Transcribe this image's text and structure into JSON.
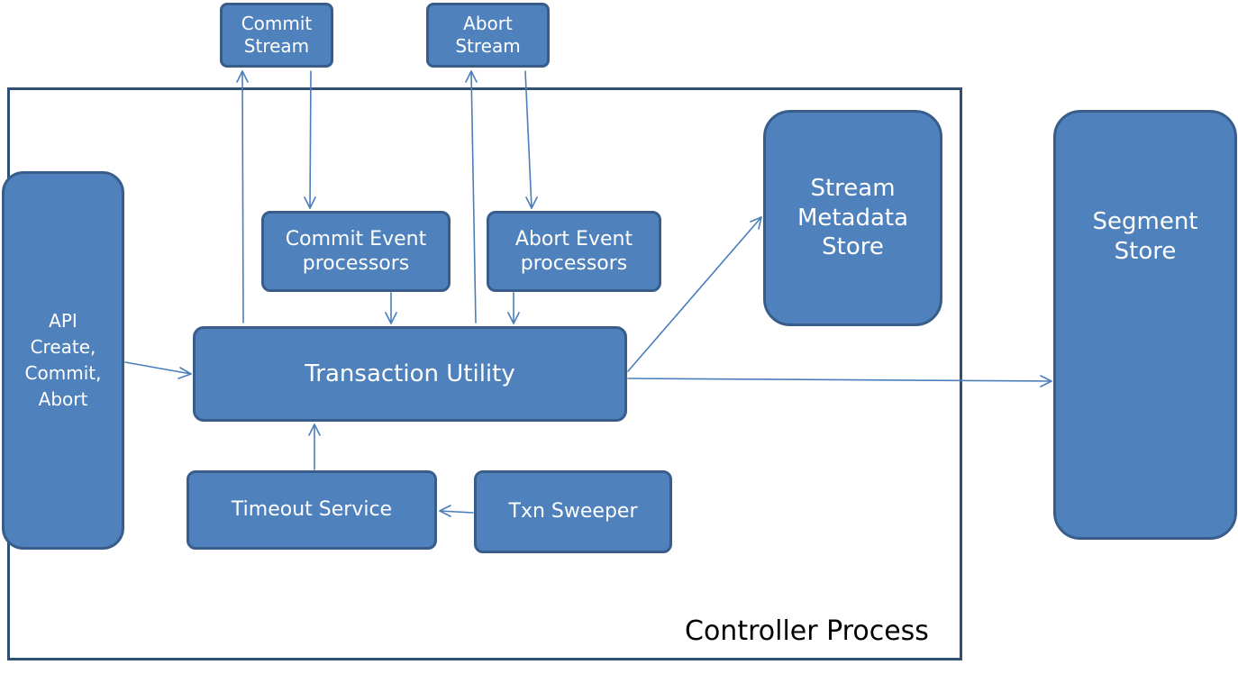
{
  "frame": {
    "label": "Controller Process"
  },
  "boxes": {
    "commit_stream": "Commit\nStream",
    "abort_stream": "Abort\nStream",
    "api": "API\nCreate,\nCommit,\nAbort",
    "commit_processors": "Commit Event\nprocessors",
    "abort_processors": "Abort Event\nprocessors",
    "transaction_utility": "Transaction Utility",
    "timeout_service": "Timeout Service",
    "txn_sweeper": "Txn Sweeper",
    "stream_metadata_store": "Stream\nMetadata\nStore",
    "segment_store": "Segment\nStore"
  },
  "colors": {
    "box_fill": "#4f81bd",
    "box_border": "#385d8a",
    "arrow": "#4a7ebb",
    "frame": "#2f4f73"
  }
}
